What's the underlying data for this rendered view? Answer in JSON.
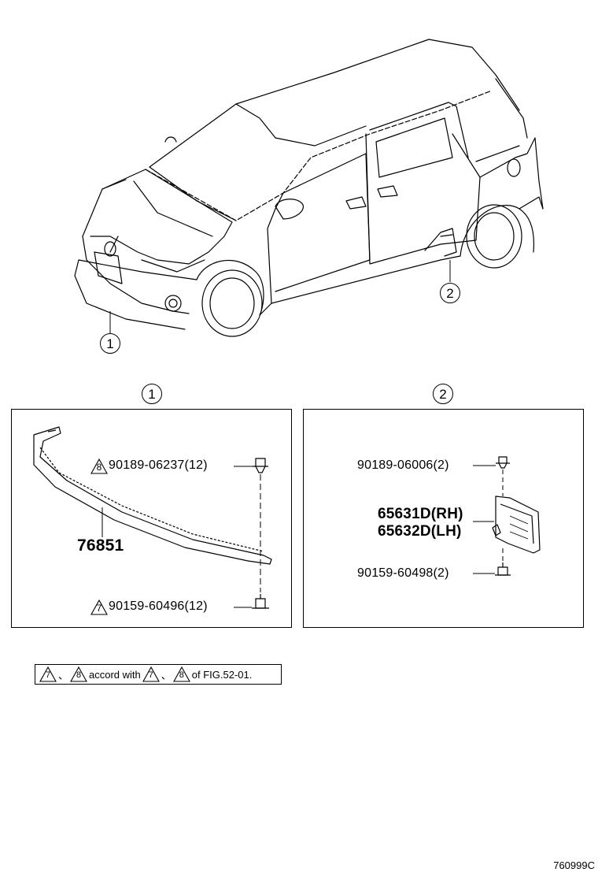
{
  "callouts": {
    "c1": "1",
    "c2": "2",
    "panel1_num": "1",
    "panel2_num": "2"
  },
  "panel1": {
    "part_main": "76851",
    "clip_part": "90189-06237(12)",
    "clip_tri": "8",
    "screw_part": "90159-60496(12)",
    "screw_tri": "7"
  },
  "panel2": {
    "clip_part": "90189-06006(2)",
    "guard_rh": "65631D(RH)",
    "guard_lh": "65632D(LH)",
    "screw_part": "90159-60498(2)"
  },
  "note": {
    "tri_a": "7",
    "sep_a": "、",
    "tri_b": "8",
    "text_a": "accord with",
    "tri_c": "7",
    "sep_b": "、",
    "tri_d": "8",
    "text_b": "of FIG.52-01."
  },
  "figure_code": "760999C"
}
